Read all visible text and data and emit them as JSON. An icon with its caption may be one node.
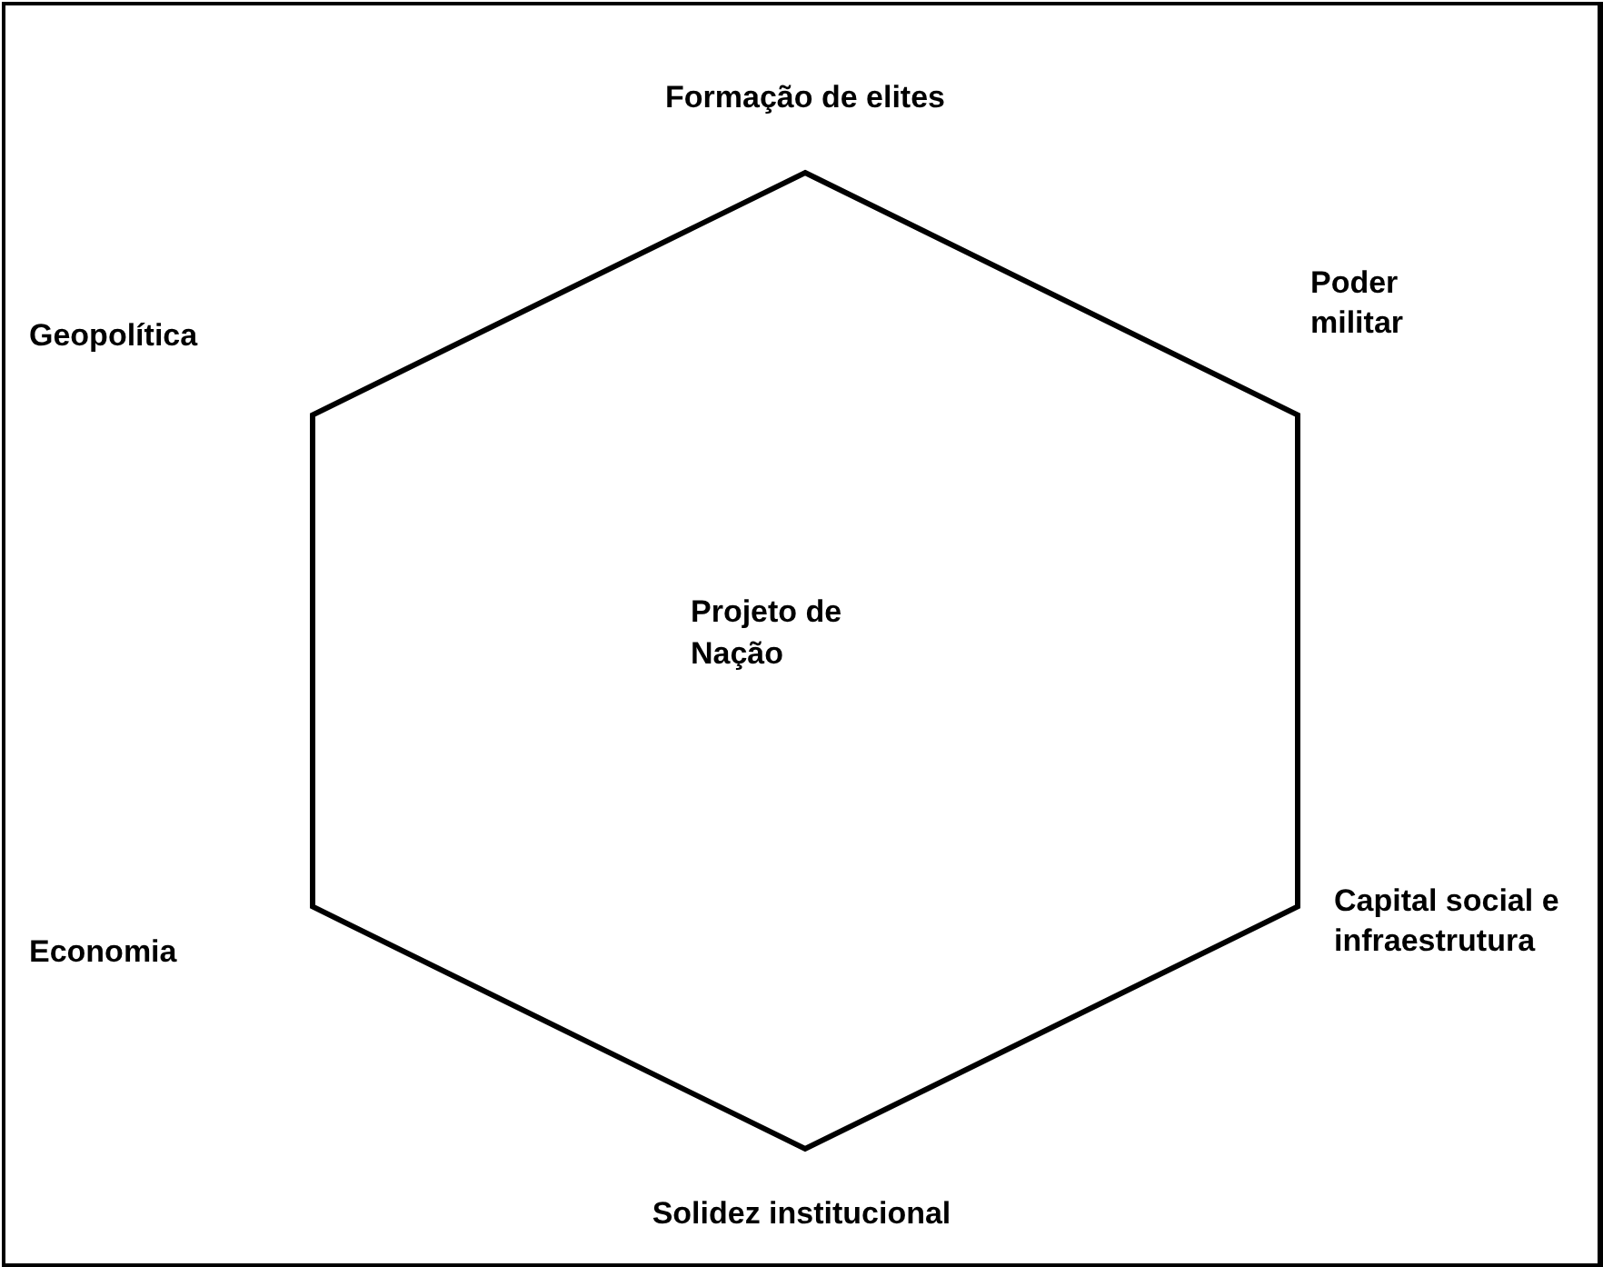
{
  "diagram": {
    "nodes": [
      {
        "text": [
          "Projeto de Nação"
        ]
      }
    ],
    "edges": [],
    "labels": [
      "Formação de elites",
      "Poder militar",
      "Geopolítica",
      "Capital social e infraestrutura",
      "Economia",
      "Solidez institucional"
    ]
  }
}
